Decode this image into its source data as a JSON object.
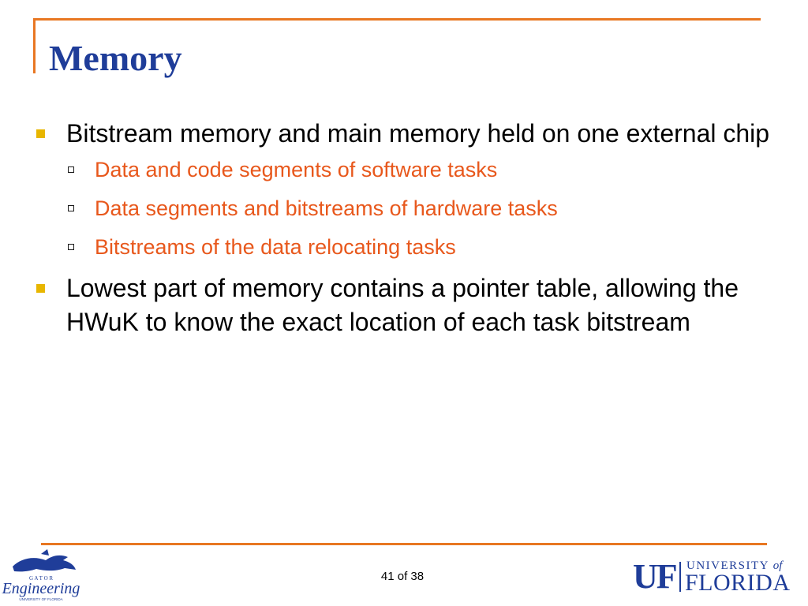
{
  "slide": {
    "title": "Memory",
    "bullets": [
      {
        "text": "Bitstream memory and main memory held on one external chip",
        "sub": [
          "Data and code segments of software tasks",
          "Data segments and bitstreams of hardware tasks",
          "Bitstreams of the data relocating tasks"
        ]
      },
      {
        "text": "Lowest part of memory contains a pointer table, allowing the HWuK to know the exact location of each task bitstream",
        "sub": []
      }
    ],
    "page_number": "41 of 38"
  },
  "logos": {
    "left": {
      "text_top": "G A T O R",
      "text_main": "Engineering",
      "text_small": "UNIVERSITY OF FLORIDA"
    },
    "right": {
      "mark": "UF",
      "line1": "UNIVERSITY",
      "line1_of": "of",
      "line2": "FLORIDA"
    }
  },
  "colors": {
    "title": "#1f3d99",
    "accent_line": "#e87722",
    "level1_bullet": "#e8b600",
    "level2_text": "#e8581c"
  }
}
